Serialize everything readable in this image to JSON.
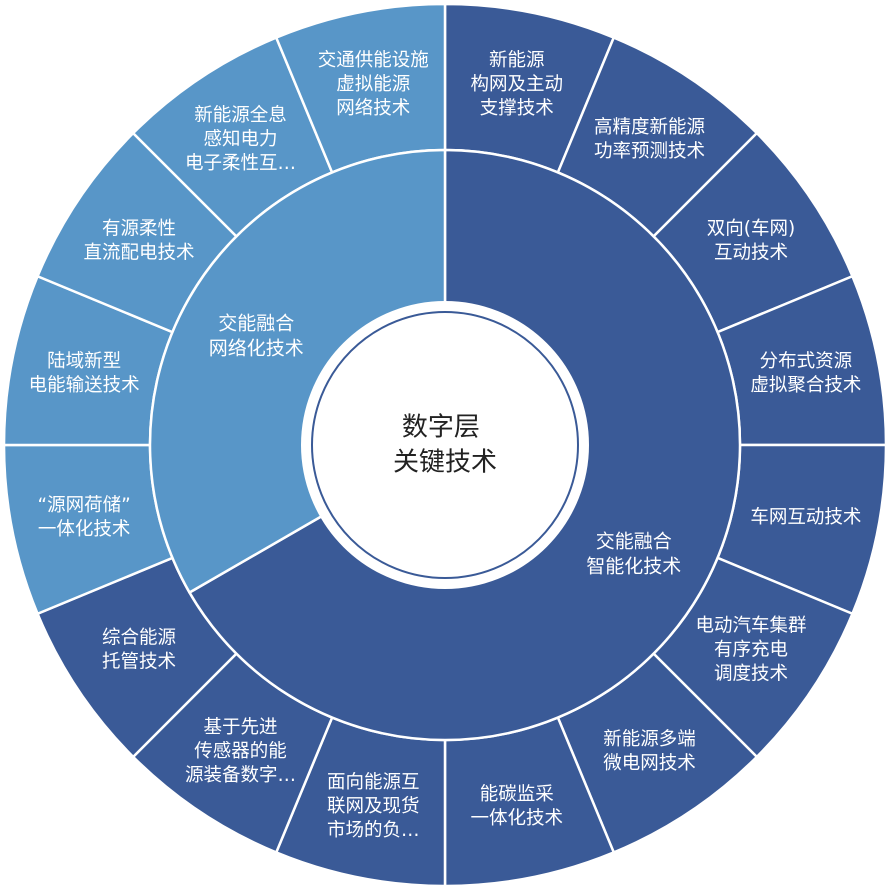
{
  "center": {
    "lines": [
      "数字层",
      "关键技术"
    ],
    "fill": "#ffffff",
    "stroke": "#3a5a97",
    "text_color": "#222222"
  },
  "colors": {
    "dark": "#3a5a97",
    "light": "#5896c8",
    "separator": "#ffffff",
    "text": "#ffffff"
  },
  "inner": [
    {
      "id": "intel",
      "lines": [
        "交能融合",
        "智能化技术"
      ],
      "tone": "dark",
      "span_deg": 240
    },
    {
      "id": "net",
      "lines": [
        "交能融合",
        "网络化技术"
      ],
      "tone": "light",
      "span_deg": 120
    }
  ],
  "outer": [
    {
      "lines": [
        "新能源",
        "构网及主动",
        "支撑技术"
      ],
      "tone": "dark"
    },
    {
      "lines": [
        "高精度新能源",
        "功率预测技术"
      ],
      "tone": "dark"
    },
    {
      "lines": [
        "双向(车网)",
        "互动技术"
      ],
      "tone": "dark"
    },
    {
      "lines": [
        "分布式资源",
        "虚拟聚合技术"
      ],
      "tone": "dark"
    },
    {
      "lines": [
        "车网互动技术"
      ],
      "tone": "dark"
    },
    {
      "lines": [
        "电动汽车集群",
        "有序充电",
        "调度技术"
      ],
      "tone": "dark"
    },
    {
      "lines": [
        "新能源多端",
        "微电网技术"
      ],
      "tone": "dark"
    },
    {
      "lines": [
        "能碳监采",
        "一体化技术"
      ],
      "tone": "dark"
    },
    {
      "lines": [
        "面向能源互",
        "联网及现货",
        "市场的负…"
      ],
      "tone": "dark"
    },
    {
      "lines": [
        "基于先进",
        "传感器的能",
        "源装备数字…"
      ],
      "tone": "dark"
    },
    {
      "lines": [
        "综合能源",
        "托管技术"
      ],
      "tone": "dark"
    },
    {
      "lines": [
        "“源网荷储”",
        "一体化技术"
      ],
      "tone": "light"
    },
    {
      "lines": [
        "陆域新型",
        "电能输送技术"
      ],
      "tone": "light"
    },
    {
      "lines": [
        "有源柔性",
        "直流配电技术"
      ],
      "tone": "light"
    },
    {
      "lines": [
        "新能源全息",
        "感知电力",
        "电子柔性互…"
      ],
      "tone": "light"
    },
    {
      "lines": [
        "交通供能设施",
        "虚拟能源",
        "网络技术"
      ],
      "tone": "light"
    }
  ]
}
